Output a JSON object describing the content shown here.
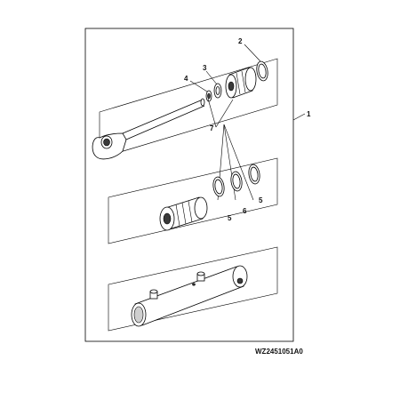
{
  "diagram": {
    "drawing_code": "WZ2451051A0",
    "callouts": [
      {
        "id": "callout-1",
        "text": "1"
      },
      {
        "id": "callout-2",
        "text": "2"
      },
      {
        "id": "callout-3",
        "text": "3"
      },
      {
        "id": "callout-4",
        "text": "4"
      },
      {
        "id": "callout-5a",
        "text": "5"
      },
      {
        "id": "callout-5b",
        "text": "5"
      },
      {
        "id": "callout-6",
        "text": "6"
      },
      {
        "id": "callout-7",
        "text": "7"
      }
    ]
  }
}
